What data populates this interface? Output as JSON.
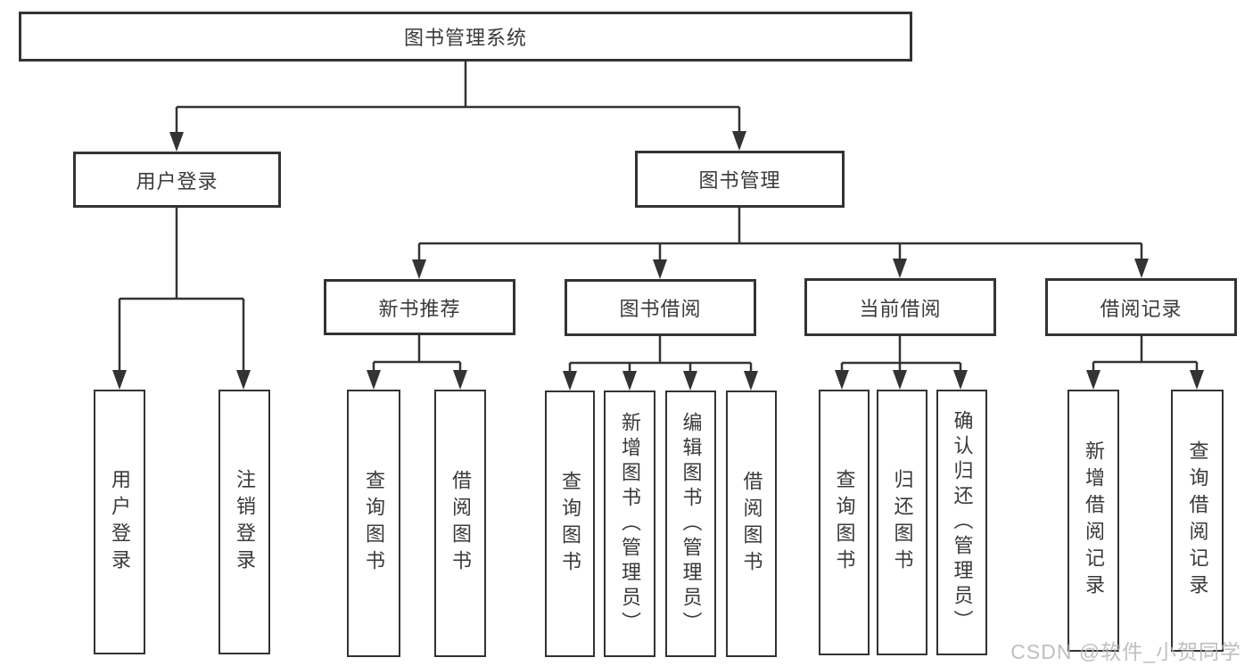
{
  "diagram_type": "hierarchy-tree",
  "tree": {
    "label": "图书管理系统",
    "children": [
      {
        "label": "用户登录",
        "children": [
          {
            "label": "用户登录"
          },
          {
            "label": "注销登录"
          }
        ]
      },
      {
        "label": "图书管理",
        "children": [
          {
            "label": "新书推荐",
            "children": [
              {
                "label": "查询图书"
              },
              {
                "label": "借阅图书"
              }
            ]
          },
          {
            "label": "图书借阅",
            "children": [
              {
                "label": "查询图书"
              },
              {
                "label": "新增图书（管理员）"
              },
              {
                "label": "编辑图书（管理员）"
              },
              {
                "label": "借阅图书"
              }
            ]
          },
          {
            "label": "当前借阅",
            "children": [
              {
                "label": "查询图书"
              },
              {
                "label": "归还图书"
              },
              {
                "label": "确认归还（管理员）"
              }
            ]
          },
          {
            "label": "借阅记录",
            "children": [
              {
                "label": "新增借阅记录"
              },
              {
                "label": "查询借阅记录"
              }
            ]
          }
        ]
      }
    ]
  },
  "watermark": {
    "text": "CSDN @软件_小贺同学"
  },
  "colors": {
    "line": "#333333",
    "box_border": "#333333",
    "text": "#3a3a3a",
    "background": "#ffffff",
    "watermark": "#b5b5b5"
  }
}
